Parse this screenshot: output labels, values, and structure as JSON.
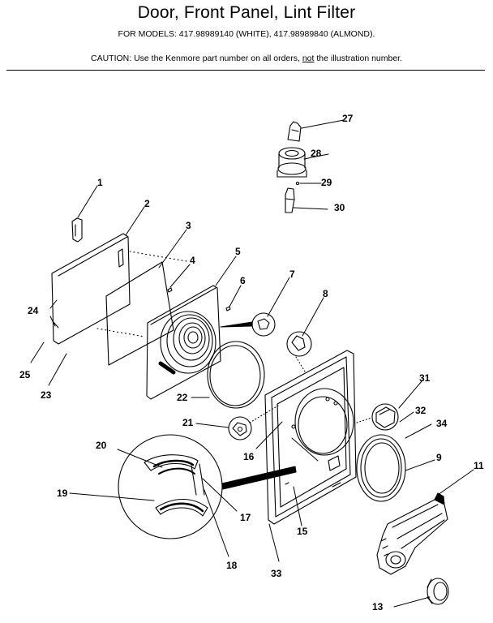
{
  "header": {
    "title": "Door, Front Panel, Lint Filter",
    "models_line": "FOR MODELS:  417.98989140 (WHITE), 417.98989840 (ALMOND).",
    "caution_prefix": "CAUTION:  Use the Kenmore part number on all orders, ",
    "caution_not": "not",
    "caution_suffix": " the illustration number."
  },
  "callouts": {
    "c1": "1",
    "c2": "2",
    "c3": "3",
    "c4": "4",
    "c5": "5",
    "c6": "6",
    "c7": "7",
    "c8": "8",
    "c9": "9",
    "c11": "11",
    "c13": "13",
    "c15": "15",
    "c16": "16",
    "c17": "17",
    "c18": "18",
    "c19": "19",
    "c20": "20",
    "c21": "21",
    "c22": "22",
    "c23": "23",
    "c24": "24",
    "c25": "25",
    "c27": "27",
    "c28": "28",
    "c29": "29",
    "c30": "30",
    "c31": "31",
    "c32": "32",
    "c33": "33",
    "c34": "34"
  }
}
